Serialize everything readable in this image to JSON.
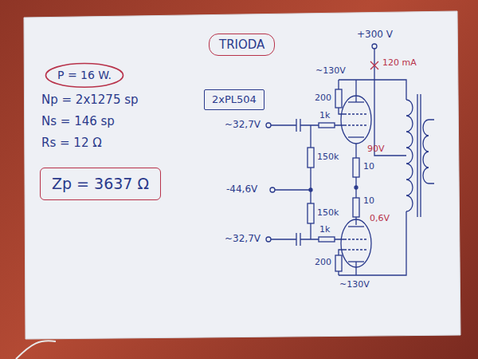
{
  "diagram": {
    "nodes": [
      {
        "text": [
          "TRIODA"
        ]
      },
      {
        "text": [
          "P = 16 W."
        ]
      },
      {
        "text": [
          "2xPL504"
        ]
      },
      {
        "text": [
          "Zp = 3637 Ω"
        ]
      }
    ],
    "labels": [
      "Np = 2x1275 sp",
      "Ns = 146 sp",
      "Rs = 12 Ω",
      "+300 V",
      "120 mA",
      "~130V",
      "200",
      "1k",
      "~32,7V",
      "150k",
      "90V",
      "10",
      "-44,6V",
      "10",
      "0,6V",
      "150k",
      "~32,7V",
      "1k",
      "200",
      "~130V"
    ]
  }
}
